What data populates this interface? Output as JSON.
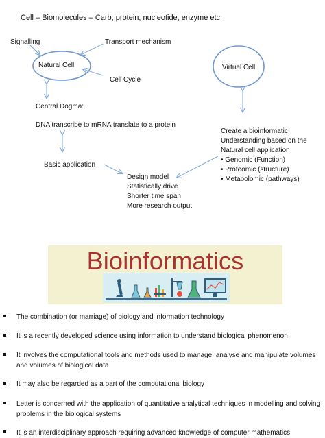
{
  "diagram": {
    "heading": "Cell – Biomolecules – Carb, protein, nucleotide, enzyme etc",
    "signalling": "Signalling",
    "transport": "Transport mechanism",
    "natural_cell": "Natural Cell",
    "cell_cycle": "Cell Cycle",
    "virtual_cell": "Virtual Cell",
    "central_dogma": "Central Dogma:",
    "dna_line": "DNA transcribe to mRNA translate to a protein",
    "basic_application": "Basic application",
    "design_items": [
      "Design model",
      "Statistically drive",
      "Shorter time span",
      "More research output"
    ],
    "create_lines": [
      "Create a bioinformatic",
      "Understanding based on the",
      "Natural cell application"
    ],
    "bullet_items": [
      "• Genomic (Function)",
      "• Proteomic (structure)",
      "• Metabolomic (pathways)"
    ]
  },
  "banner": {
    "title": "Bioinformatics",
    "illustration_icon": "lab-equipment-illustration"
  },
  "points": [
    "The combination (or marriage) of biology and information technology",
    "It is a recently developed science using information to understand biological  phenomenon",
    "It involves the computational tools and methods  used to manage, analyse and manipulate volumes and volumes of biological data",
    "It may also be regarded as a part of the  computational biology",
    "Letter is concerned with the application of  quantitative analytical techniques in modelling and solving problems in the biological systems",
    "It is an interdisciplinary approach requiring  advanced knowledge of computer mathematics"
  ],
  "colors": {
    "arrow": "#7da7d9",
    "circle": "#6f97cf",
    "banner_bg": "#f3f1d0",
    "banner_title": "#a8322d"
  }
}
